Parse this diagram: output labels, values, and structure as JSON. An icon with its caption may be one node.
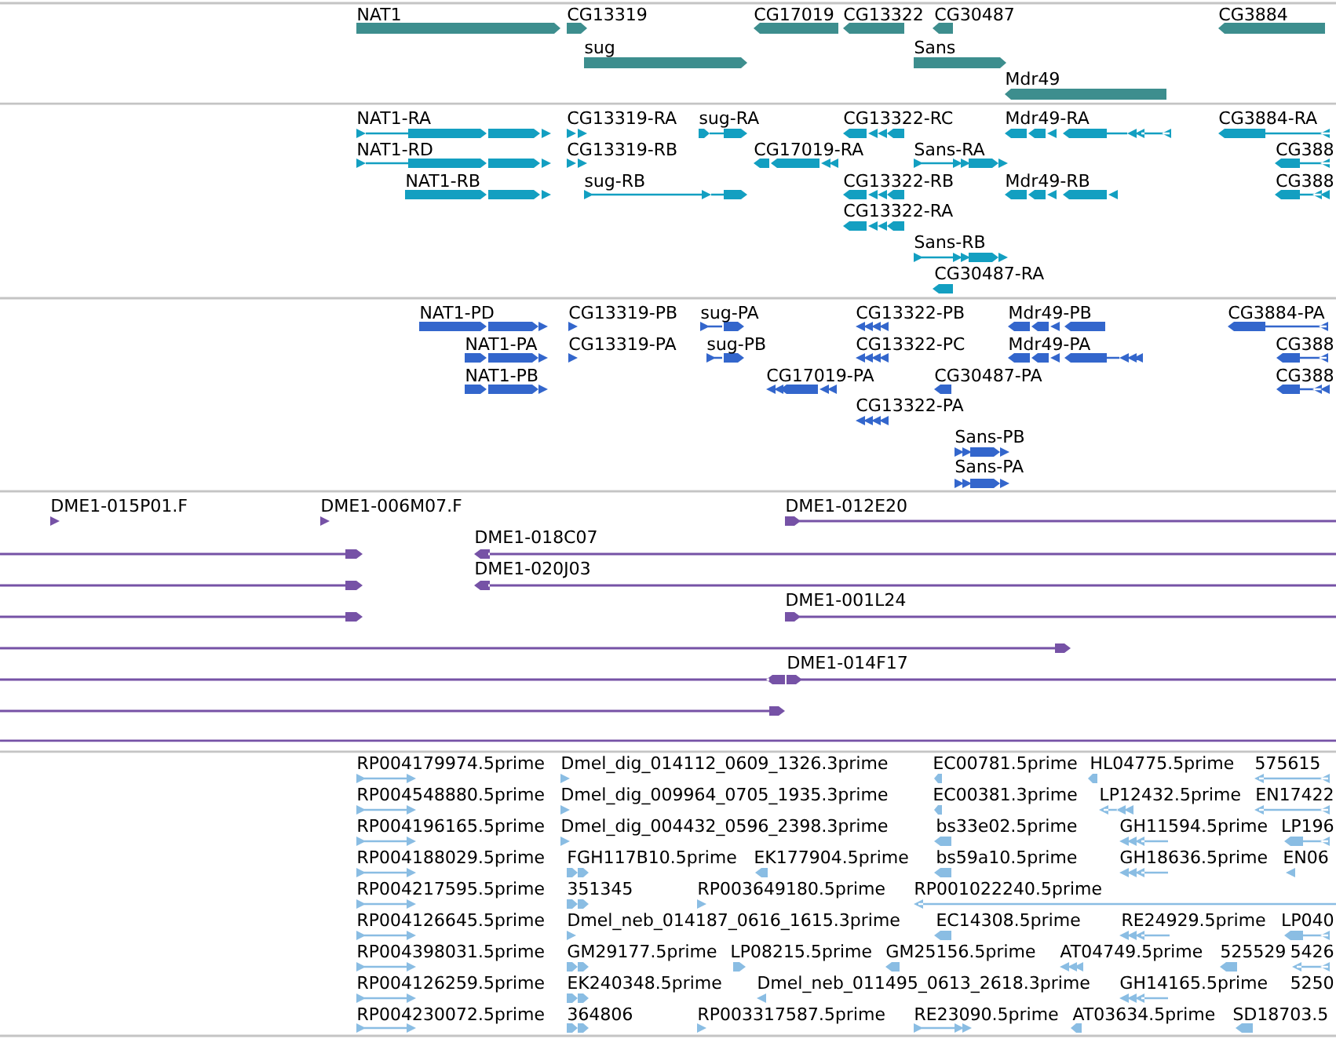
{
  "diagram": {
    "nodes": [
      {
        "text": [
          "NAT1"
        ]
      },
      {
        "text": [
          "CG13319"
        ]
      },
      {
        "text": [
          "CG17019"
        ]
      },
      {
        "text": [
          "CG13322"
        ]
      },
      {
        "text": [
          "CG30487"
        ]
      },
      {
        "text": [
          "CG3884"
        ]
      },
      {
        "text": [
          "sug"
        ]
      },
      {
        "text": [
          "Sans"
        ]
      },
      {
        "text": [
          "Mdr49"
        ]
      },
      {
        "text": [
          "NAT1-RA"
        ]
      },
      {
        "text": [
          "CG13319-RA"
        ]
      },
      {
        "text": [
          "sug-RA"
        ]
      },
      {
        "text": [
          "CG13322-RC"
        ]
      },
      {
        "text": [
          "Mdr49-RA"
        ]
      },
      {
        "text": [
          "CG3884-RA"
        ]
      },
      {
        "text": [
          "NAT1-RD"
        ]
      },
      {
        "text": [
          "CG13319-RB"
        ]
      },
      {
        "text": [
          "CG17019-RA"
        ]
      },
      {
        "text": [
          "Sans-RA"
        ]
      },
      {
        "text": [
          "CG388"
        ]
      },
      {
        "text": [
          "NAT1-RB"
        ]
      },
      {
        "text": [
          "sug-RB"
        ]
      },
      {
        "text": [
          "CG13322-RB"
        ]
      },
      {
        "text": [
          "Mdr49-RB"
        ]
      },
      {
        "text": [
          "CG388"
        ]
      },
      {
        "text": [
          "CG13322-RA"
        ]
      },
      {
        "text": [
          "Sans-RB"
        ]
      },
      {
        "text": [
          "CG30487-RA"
        ]
      },
      {
        "text": [
          "NAT1-PD"
        ]
      },
      {
        "text": [
          "CG13319-PB"
        ]
      },
      {
        "text": [
          "sug-PA"
        ]
      },
      {
        "text": [
          "CG13322-PB"
        ]
      },
      {
        "text": [
          "Mdr49-PB"
        ]
      },
      {
        "text": [
          "CG3884-PA"
        ]
      },
      {
        "text": [
          "NAT1-PA"
        ]
      },
      {
        "text": [
          "CG13319-PA"
        ]
      },
      {
        "text": [
          "sug-PB"
        ]
      },
      {
        "text": [
          "CG13322-PC"
        ]
      },
      {
        "text": [
          "Mdr49-PA"
        ]
      },
      {
        "text": [
          "CG388"
        ]
      },
      {
        "text": [
          "NAT1-PB"
        ]
      },
      {
        "text": [
          "CG17019-PA"
        ]
      },
      {
        "text": [
          "CG30487-PA"
        ]
      },
      {
        "text": [
          "CG388"
        ]
      },
      {
        "text": [
          "CG13322-PA"
        ]
      },
      {
        "text": [
          "Sans-PB"
        ]
      },
      {
        "text": [
          "Sans-PA"
        ]
      },
      {
        "text": [
          "DME1-015P01.F"
        ]
      },
      {
        "text": [
          "DME1-006M07.F"
        ]
      },
      {
        "text": [
          "DME1-012E20"
        ]
      },
      {
        "text": [
          "DME1-018C07"
        ]
      },
      {
        "text": [],
        "shape": "line"
      },
      {
        "text": [
          "DME1-020J03"
        ]
      },
      {
        "text": [],
        "shape": "line"
      },
      {
        "text": [
          "DME1-001L24"
        ]
      },
      {
        "text": [],
        "shape": "line"
      },
      {
        "text": [],
        "shape": "line"
      },
      {
        "text": [
          "DME1-014F17"
        ]
      },
      {
        "text": [],
        "shape": "line"
      },
      {
        "text": [],
        "shape": "line"
      },
      {
        "text": [],
        "shape": "line"
      },
      {
        "text": [
          "RP004179974.5prime"
        ]
      },
      {
        "text": [
          "Dmel_dig_014112_0609_1326.3prime"
        ]
      },
      {
        "text": [
          "EC00781.5prime"
        ]
      },
      {
        "text": [
          "HL04775.5prime"
        ]
      },
      {
        "text": [
          "575615"
        ]
      },
      {
        "text": [
          "RP004548880.5prime"
        ]
      },
      {
        "text": [
          "Dmel_dig_009964_0705_1935.3prime"
        ]
      },
      {
        "text": [
          "EC00381.3prime"
        ]
      },
      {
        "text": [
          "LP12432.5prime"
        ]
      },
      {
        "text": [
          "EN17422"
        ]
      },
      {
        "text": [
          "RP004196165.5prime"
        ]
      },
      {
        "text": [
          "Dmel_dig_004432_0596_2398.3prime"
        ]
      },
      {
        "text": [
          "bs33e02.5prime"
        ]
      },
      {
        "text": [
          "GH11594.5prime"
        ]
      },
      {
        "text": [
          "LP196"
        ]
      },
      {
        "text": [
          "RP004188029.5prime"
        ]
      },
      {
        "text": [
          "FGH117B10.5prime"
        ]
      },
      {
        "text": [
          "EK177904.5prime"
        ]
      },
      {
        "text": [
          "bs59a10.5prime"
        ]
      },
      {
        "text": [
          "GH18636.5prime"
        ]
      },
      {
        "text": [
          "EN06"
        ]
      },
      {
        "text": [
          "RP004217595.5prime"
        ]
      },
      {
        "text": [
          "351345"
        ]
      },
      {
        "text": [
          "RP003649180.5prime"
        ]
      },
      {
        "text": [
          "RP001022240.5prime"
        ]
      },
      {
        "text": [
          "RP004126645.5prime"
        ]
      },
      {
        "text": [
          "Dmel_neb_014187_0616_1615.3prime"
        ]
      },
      {
        "text": [
          "EC14308.5prime"
        ]
      },
      {
        "text": [
          "RE24929.5prime"
        ]
      },
      {
        "text": [
          "LP040"
        ]
      },
      {
        "text": [
          "RP004398031.5prime"
        ]
      },
      {
        "text": [
          "GM29177.5prime"
        ]
      },
      {
        "text": [
          "LP08215.5prime"
        ]
      },
      {
        "text": [
          "GM25156.5prime"
        ]
      },
      {
        "text": [
          "AT04749.5prime"
        ]
      },
      {
        "text": [
          "525529"
        ]
      },
      {
        "text": [
          "5426"
        ]
      },
      {
        "text": [
          "RP004126259.5prime"
        ]
      },
      {
        "text": [
          "EK240348.5prime"
        ]
      },
      {
        "text": [
          "Dmel_neb_011495_0613_2618.3prime"
        ]
      },
      {
        "text": [
          "GH14165.5prime"
        ]
      },
      {
        "text": [
          "5250"
        ]
      },
      {
        "text": [
          "RP004230072.5prime"
        ]
      },
      {
        "text": [
          "364806"
        ]
      },
      {
        "text": [
          "RP003317587.5prime"
        ]
      },
      {
        "text": [
          "RE23090.5prime"
        ]
      },
      {
        "text": [
          "AT03634.5prime"
        ]
      },
      {
        "text": [
          "SD18703.5"
        ]
      }
    ]
  }
}
